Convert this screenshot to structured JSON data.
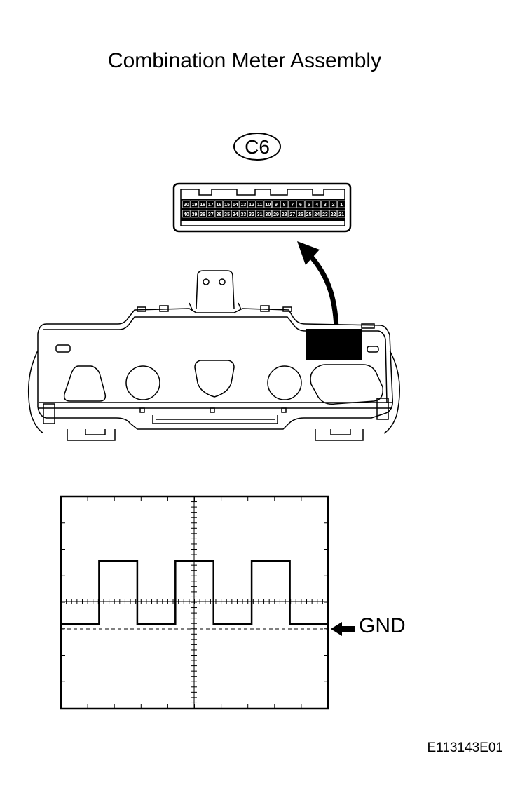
{
  "title": "Combination Meter Assembly",
  "connector": {
    "label": "C6",
    "top_row_pins": [
      "20",
      "19",
      "18",
      "17",
      "16",
      "15",
      "14",
      "13",
      "12",
      "11",
      "10",
      "9",
      "8",
      "7",
      "6",
      "5",
      "4",
      "3",
      "2",
      "1"
    ],
    "bottom_row_pins": [
      "40",
      "39",
      "38",
      "37",
      "36",
      "35",
      "34",
      "33",
      "32",
      "31",
      "30",
      "29",
      "28",
      "27",
      "26",
      "25",
      "24",
      "23",
      "22",
      "21"
    ]
  },
  "waveform": {
    "reference_label": "GND",
    "levels": [
      0,
      0,
      1,
      1,
      0,
      0,
      1,
      1,
      0,
      0,
      1,
      1,
      0,
      0
    ]
  },
  "figure_id": "E113143E01"
}
